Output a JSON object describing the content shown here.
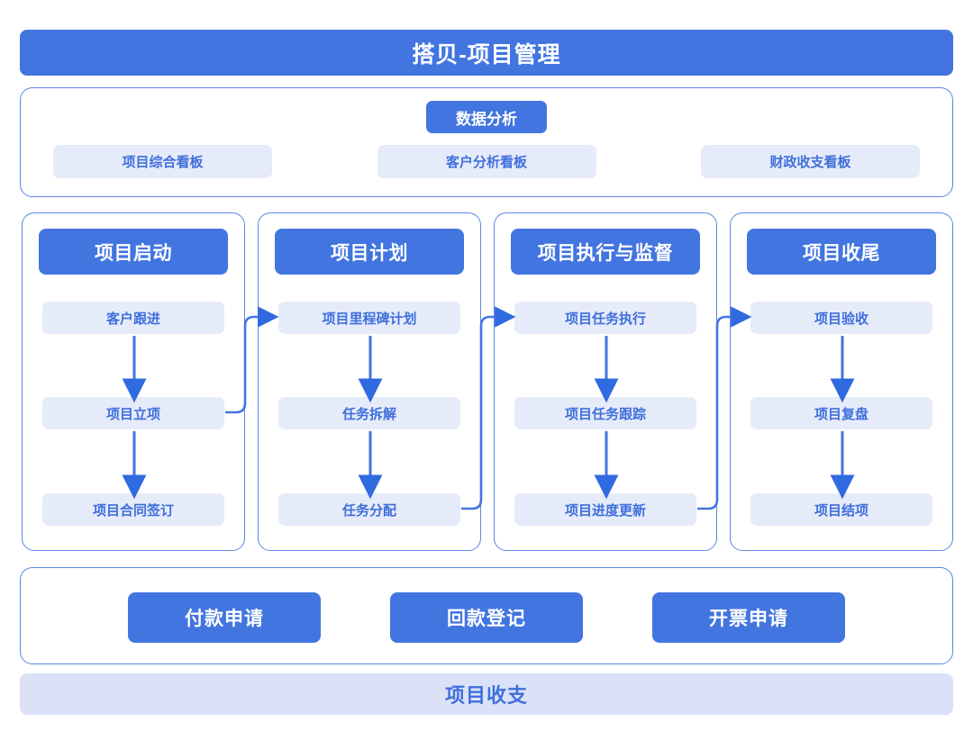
{
  "app": {
    "title": "搭贝-项目管理",
    "accent_color": "#4275e0",
    "chip_bg_color": "#e6ebfa",
    "chip_text_color": "#3f6fdc",
    "border_color": "#5b86e5",
    "footer_bg_color": "#dbe2f7"
  },
  "analytics": {
    "badge_label": "数据分析",
    "items": [
      {
        "label": "项目综合看板"
      },
      {
        "label": "客户分析看板"
      },
      {
        "label": "财政收支看板"
      }
    ]
  },
  "phases": [
    {
      "title": "项目启动",
      "items": [
        {
          "label": "客户跟进"
        },
        {
          "label": "项目立项"
        },
        {
          "label": "项目合同签订"
        }
      ]
    },
    {
      "title": "项目计划",
      "items": [
        {
          "label": "项目里程碑计划"
        },
        {
          "label": "任务拆解"
        },
        {
          "label": "任务分配"
        }
      ]
    },
    {
      "title": "项目执行与监督",
      "items": [
        {
          "label": "项目任务执行"
        },
        {
          "label": "项目任务跟踪"
        },
        {
          "label": "项目进度更新"
        }
      ]
    },
    {
      "title": "项目收尾",
      "items": [
        {
          "label": "项目验收"
        },
        {
          "label": "项目复盘"
        },
        {
          "label": "项目结项"
        }
      ]
    }
  ],
  "finance": {
    "buttons": [
      {
        "label": "付款申请"
      },
      {
        "label": "回款登记"
      },
      {
        "label": "开票申请"
      }
    ]
  },
  "footer": {
    "label": "项目收支"
  }
}
